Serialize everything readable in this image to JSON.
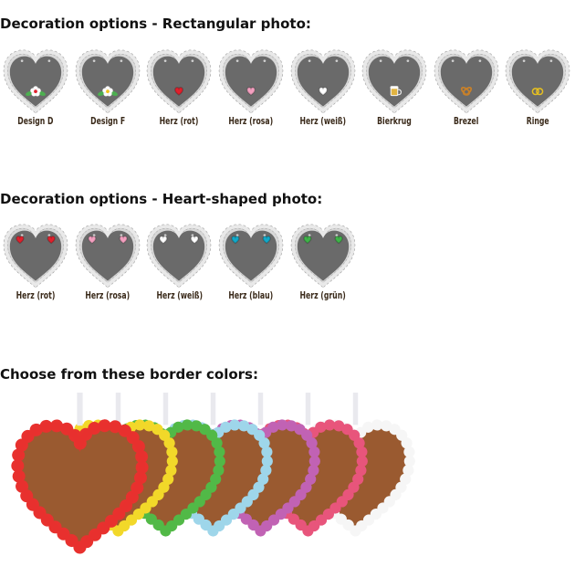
{
  "sections": {
    "rect": {
      "title": "Decoration options - Rectangular photo:"
    },
    "heart": {
      "title": "Decoration options - Heart-shaped photo:"
    },
    "borders": {
      "title": "Choose from these border colors:"
    }
  },
  "rect_items": [
    {
      "label": "Design D",
      "deco": "flower-white"
    },
    {
      "label": "Design F",
      "deco": "flower-yellow"
    },
    {
      "label": "Herz (rot)",
      "deco": "heart",
      "color": "#e0202c"
    },
    {
      "label": "Herz (rosa)",
      "deco": "heart",
      "color": "#f4a0c0"
    },
    {
      "label": "Herz (weiß)",
      "deco": "heart",
      "color": "#ffffff"
    },
    {
      "label": "Bierkrug",
      "deco": "beer"
    },
    {
      "label": "Brezel",
      "deco": "pretzel"
    },
    {
      "label": "Ringe",
      "deco": "rings"
    }
  ],
  "heart_items": [
    {
      "label": "Herz (rot)",
      "color": "#e0202c"
    },
    {
      "label": "Herz (rosa)",
      "color": "#f4a0c0"
    },
    {
      "label": "Herz (weiß)",
      "color": "#ffffff"
    },
    {
      "label": "Herz (blau)",
      "color": "#12a9c9"
    },
    {
      "label": "Herz (grün)",
      "color": "#3fb449"
    }
  ],
  "border_colors": [
    {
      "name": "red",
      "hex": "#e8312e"
    },
    {
      "name": "yellow",
      "hex": "#f2d82a"
    },
    {
      "name": "green",
      "hex": "#52b947"
    },
    {
      "name": "light-blue",
      "hex": "#9fd6ea"
    },
    {
      "name": "purple",
      "hex": "#c163b4"
    },
    {
      "name": "pink",
      "hex": "#e8557c"
    },
    {
      "name": "white",
      "hex": "#f6f6f6"
    }
  ],
  "palette": {
    "heart_gray": "#6a6a6a",
    "gingerbread": "#9a5a30",
    "text": "#111111"
  }
}
